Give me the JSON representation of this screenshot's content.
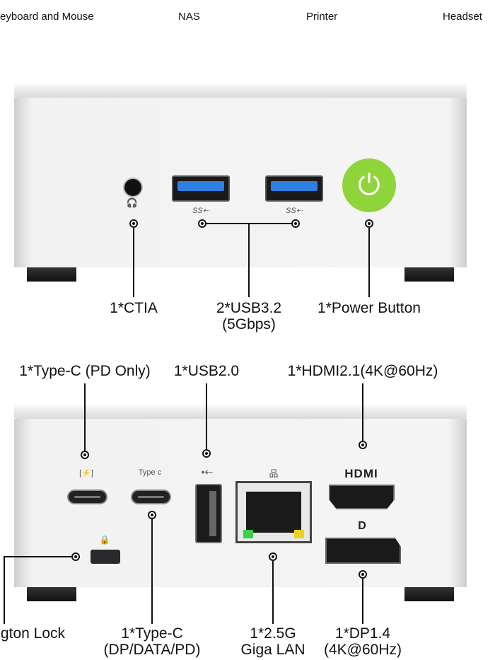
{
  "categories": [
    "Keyboard and Mouse",
    "NAS",
    "Printer",
    "Headset"
  ],
  "front": {
    "labels": {
      "ctia": "1*CTIA",
      "usb32": "2*USB3.2",
      "usb32_speed": "(5Gbps)",
      "power": "1*Power Button"
    },
    "icons": {
      "usb_ss": "SS⇠",
      "headphone": "headphone-icon"
    },
    "power_color": "#8fd43a"
  },
  "rear": {
    "labels": {
      "typec_pd": "1*Type-C (PD Only)",
      "usb20": "1*USB2.0",
      "hdmi": "1*HDMI2.1(4K@60Hz)",
      "kensington": "Kensington Lock",
      "typec": "1*Type-C",
      "typec_sub": "(DP/DATA/PD)",
      "lan": "1*2.5G",
      "lan_sub": "Giga LAN",
      "dp": "1*DP1.4",
      "dp_sub": "(4K@60Hz)"
    },
    "port_text": {
      "typec": "Type c",
      "pd": "[⚡]",
      "hdmi": "HDMI",
      "dp": "D"
    }
  }
}
